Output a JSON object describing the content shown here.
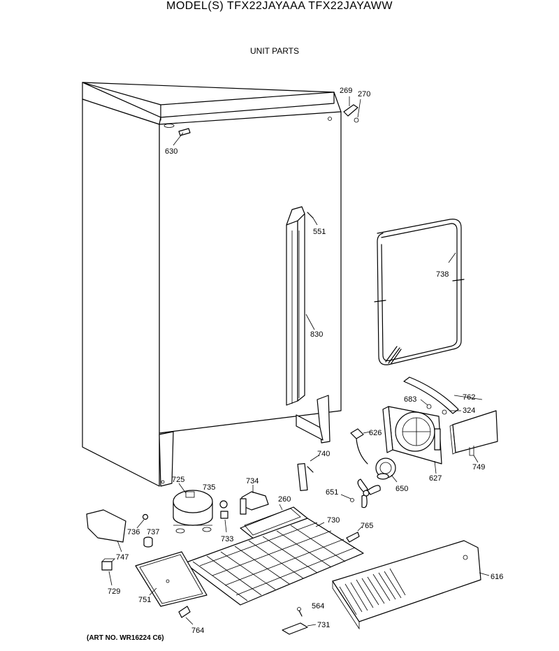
{
  "header": {
    "title": "MODEL(S) TFX22JAYAAA  TFX22JAYAWW",
    "subtitle": "UNIT PARTS"
  },
  "footer": {
    "art_no": "(ART NO. WR16224 C6)"
  },
  "parts": [
    {
      "id": "269",
      "label": "269"
    },
    {
      "id": "270",
      "label": "270"
    },
    {
      "id": "630",
      "label": "630"
    },
    {
      "id": "551",
      "label": "551"
    },
    {
      "id": "738",
      "label": "738"
    },
    {
      "id": "830",
      "label": "830"
    },
    {
      "id": "762",
      "label": "762"
    },
    {
      "id": "683",
      "label": "683"
    },
    {
      "id": "324",
      "label": "324"
    },
    {
      "id": "626",
      "label": "626"
    },
    {
      "id": "740",
      "label": "740"
    },
    {
      "id": "749",
      "label": "749"
    },
    {
      "id": "627",
      "label": "627"
    },
    {
      "id": "650",
      "label": "650"
    },
    {
      "id": "725",
      "label": "725"
    },
    {
      "id": "735",
      "label": "735"
    },
    {
      "id": "734",
      "label": "734"
    },
    {
      "id": "260",
      "label": "260"
    },
    {
      "id": "651",
      "label": "651"
    },
    {
      "id": "730",
      "label": "730"
    },
    {
      "id": "765",
      "label": "765"
    },
    {
      "id": "736",
      "label": "736"
    },
    {
      "id": "737",
      "label": "737"
    },
    {
      "id": "733",
      "label": "733"
    },
    {
      "id": "747",
      "label": "747"
    },
    {
      "id": "616",
      "label": "616"
    },
    {
      "id": "729",
      "label": "729"
    },
    {
      "id": "751",
      "label": "751"
    },
    {
      "id": "564",
      "label": "564"
    },
    {
      "id": "731",
      "label": "731"
    },
    {
      "id": "764",
      "label": "764"
    }
  ]
}
